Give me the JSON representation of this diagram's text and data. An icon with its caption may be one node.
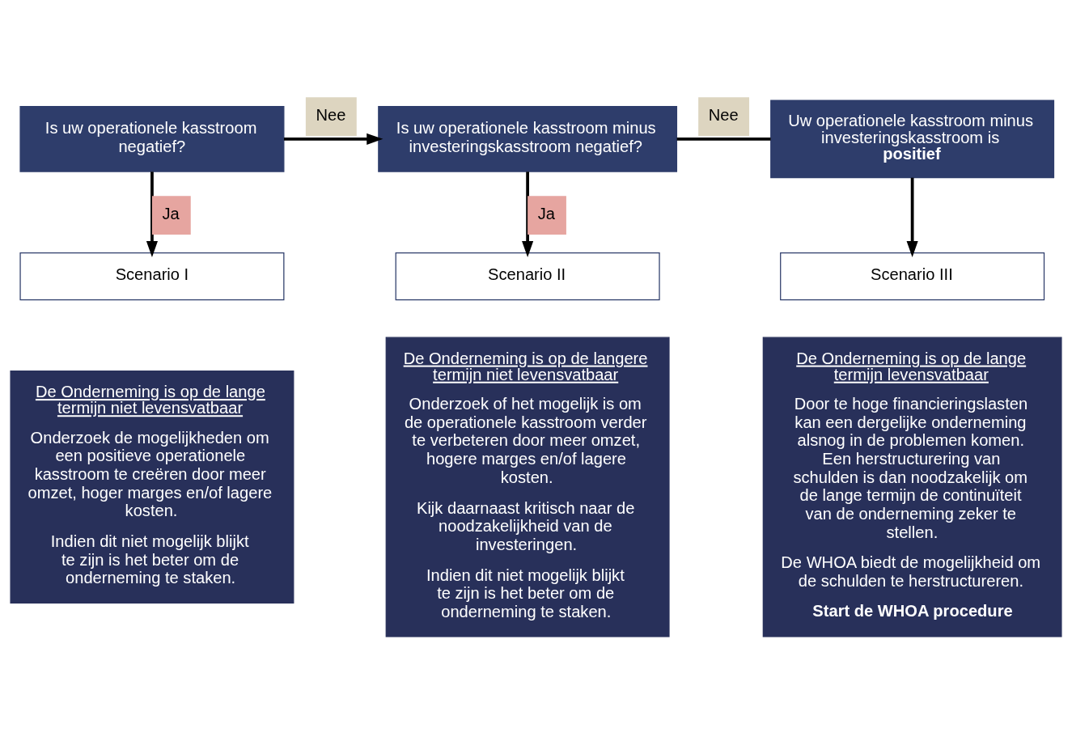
{
  "diagram": {
    "nodes": [
      {
        "text": [
          "Is uw operationele kasstroom negatief?"
        ]
      },
      {
        "text": [
          "Is uw operationele kasstroom minus investeringskasstroom negatief?"
        ]
      },
      {
        "text": [
          "Uw operationele kasstroom minus investeringskasstroom is **positief**"
        ]
      },
      {
        "text": [
          "Scenario I"
        ]
      },
      {
        "text": [
          "Scenario II"
        ]
      },
      {
        "text": [
          "Scenario III"
        ]
      },
      {
        "text": [
          "De Onderneming is op de lange termijn niet levensvatbaar",
          "Onderzoek de mogelijkheden om een positieve operationele kasstroom te creëren door meer omzet, hoger marges en/of lagere kosten.",
          "Indien dit niet mogelijk blijkt te zijn is het beter om de onderneming te staken."
        ]
      },
      {
        "text": [
          "De Onderneming is op de langere termijn niet levensvatbaar",
          "Onderzoek of het mogelijk is om de operationele kasstroom verder te verbeteren door meer omzet, hogere marges en/of lagere kosten.",
          "Kijk daarnaast kritisch naar de noodzakelijkheid van de investeringen.",
          "Indien dit niet mogelijk blijkt te zijn is het beter om de onderneming te staken."
        ]
      },
      {
        "text": [
          "De Onderneming is op de lange termijn levensvatbaar",
          "Door te hoge financieringslasten kan een dergelijke onderneming alsnog in de problemen komen. Een herstructurering van schulden is dan noodzakelijk om de lange termijn de continuïteit van de onderneming zeker te stellen.",
          "De WHOA biedt de mogelijkheid om de schulden te herstructureren.",
          "Start de WHOA procedure"
        ]
      }
    ],
    "edges": [
      {
        "from": 0,
        "to": 1,
        "arrow": "to",
        "label": "Nee"
      },
      {
        "from": 1,
        "to": 2,
        "arrow": "none",
        "label": "Nee"
      },
      {
        "from": 0,
        "to": 3,
        "arrow": "to",
        "label": "Ja"
      },
      {
        "from": 1,
        "to": 4,
        "arrow": "to",
        "label": "Ja"
      },
      {
        "from": 2,
        "to": 5,
        "arrow": "to"
      }
    ]
  }
}
